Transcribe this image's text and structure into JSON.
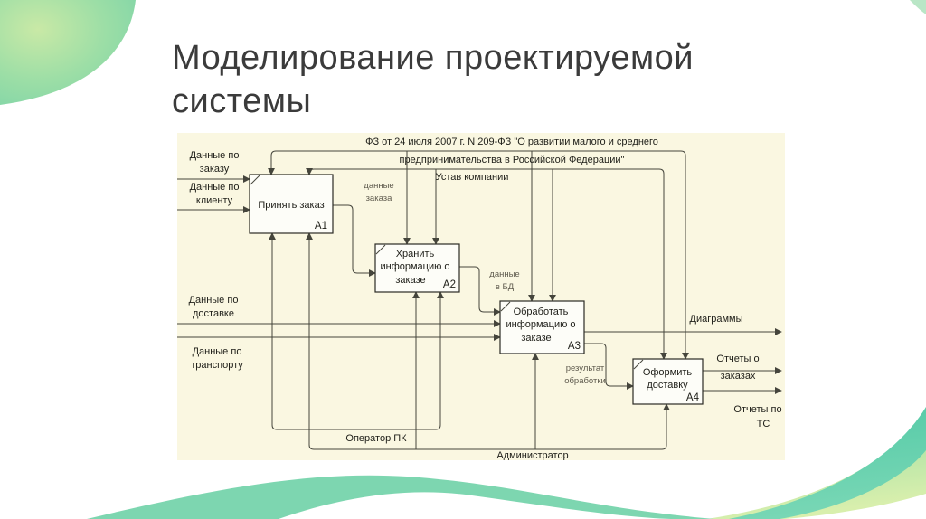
{
  "slide": {
    "title_line1": "Моделирование проектируемой",
    "title_line2": "системы"
  },
  "diagram": {
    "controls": {
      "law_line1": "ФЗ от 24 июля 2007 г. N 209-ФЗ \"О развитии малого и среднего",
      "law_line2": "предпринимательства в Российской Федерации\"",
      "charter": "Устав компании"
    },
    "inputs": {
      "order": [
        "Данные по",
        "заказу"
      ],
      "client": [
        "Данные по",
        "клиенту"
      ],
      "delivery": [
        "Данные по",
        "доставке"
      ],
      "transport": [
        "Данные по",
        "транспорту"
      ]
    },
    "boxes": [
      {
        "id": "A1",
        "lines": [
          "Принять заказ"
        ]
      },
      {
        "id": "A2",
        "lines": [
          "Хранить",
          "информацию о",
          "заказе"
        ]
      },
      {
        "id": "A3",
        "lines": [
          "Обработать",
          "информацию о",
          "заказе"
        ]
      },
      {
        "id": "A4",
        "lines": [
          "Оформить",
          "доставку"
        ]
      }
    ],
    "flows": {
      "order_data": [
        "данные",
        "заказа"
      ],
      "db_data": [
        "данные",
        "в БД"
      ],
      "processing_result": [
        "результат",
        "обработки"
      ]
    },
    "outputs": {
      "diagrams": "Диаграммы",
      "order_reports": [
        "Отчеты о",
        "заказах"
      ],
      "vehicle_reports": [
        "Отчеты по",
        "ТС"
      ]
    },
    "mechanisms": {
      "pc_operator": "Оператор ПК",
      "administrator": "Администратор"
    }
  },
  "colors": {
    "panel_background": "#FAF7E1",
    "diagram_line": "#45453C",
    "accent_teal": "#52C9A6",
    "accent_mint": "#7DD6B0",
    "accent_light_green": "#CDEAA8",
    "title_text": "#3B3B3B"
  }
}
